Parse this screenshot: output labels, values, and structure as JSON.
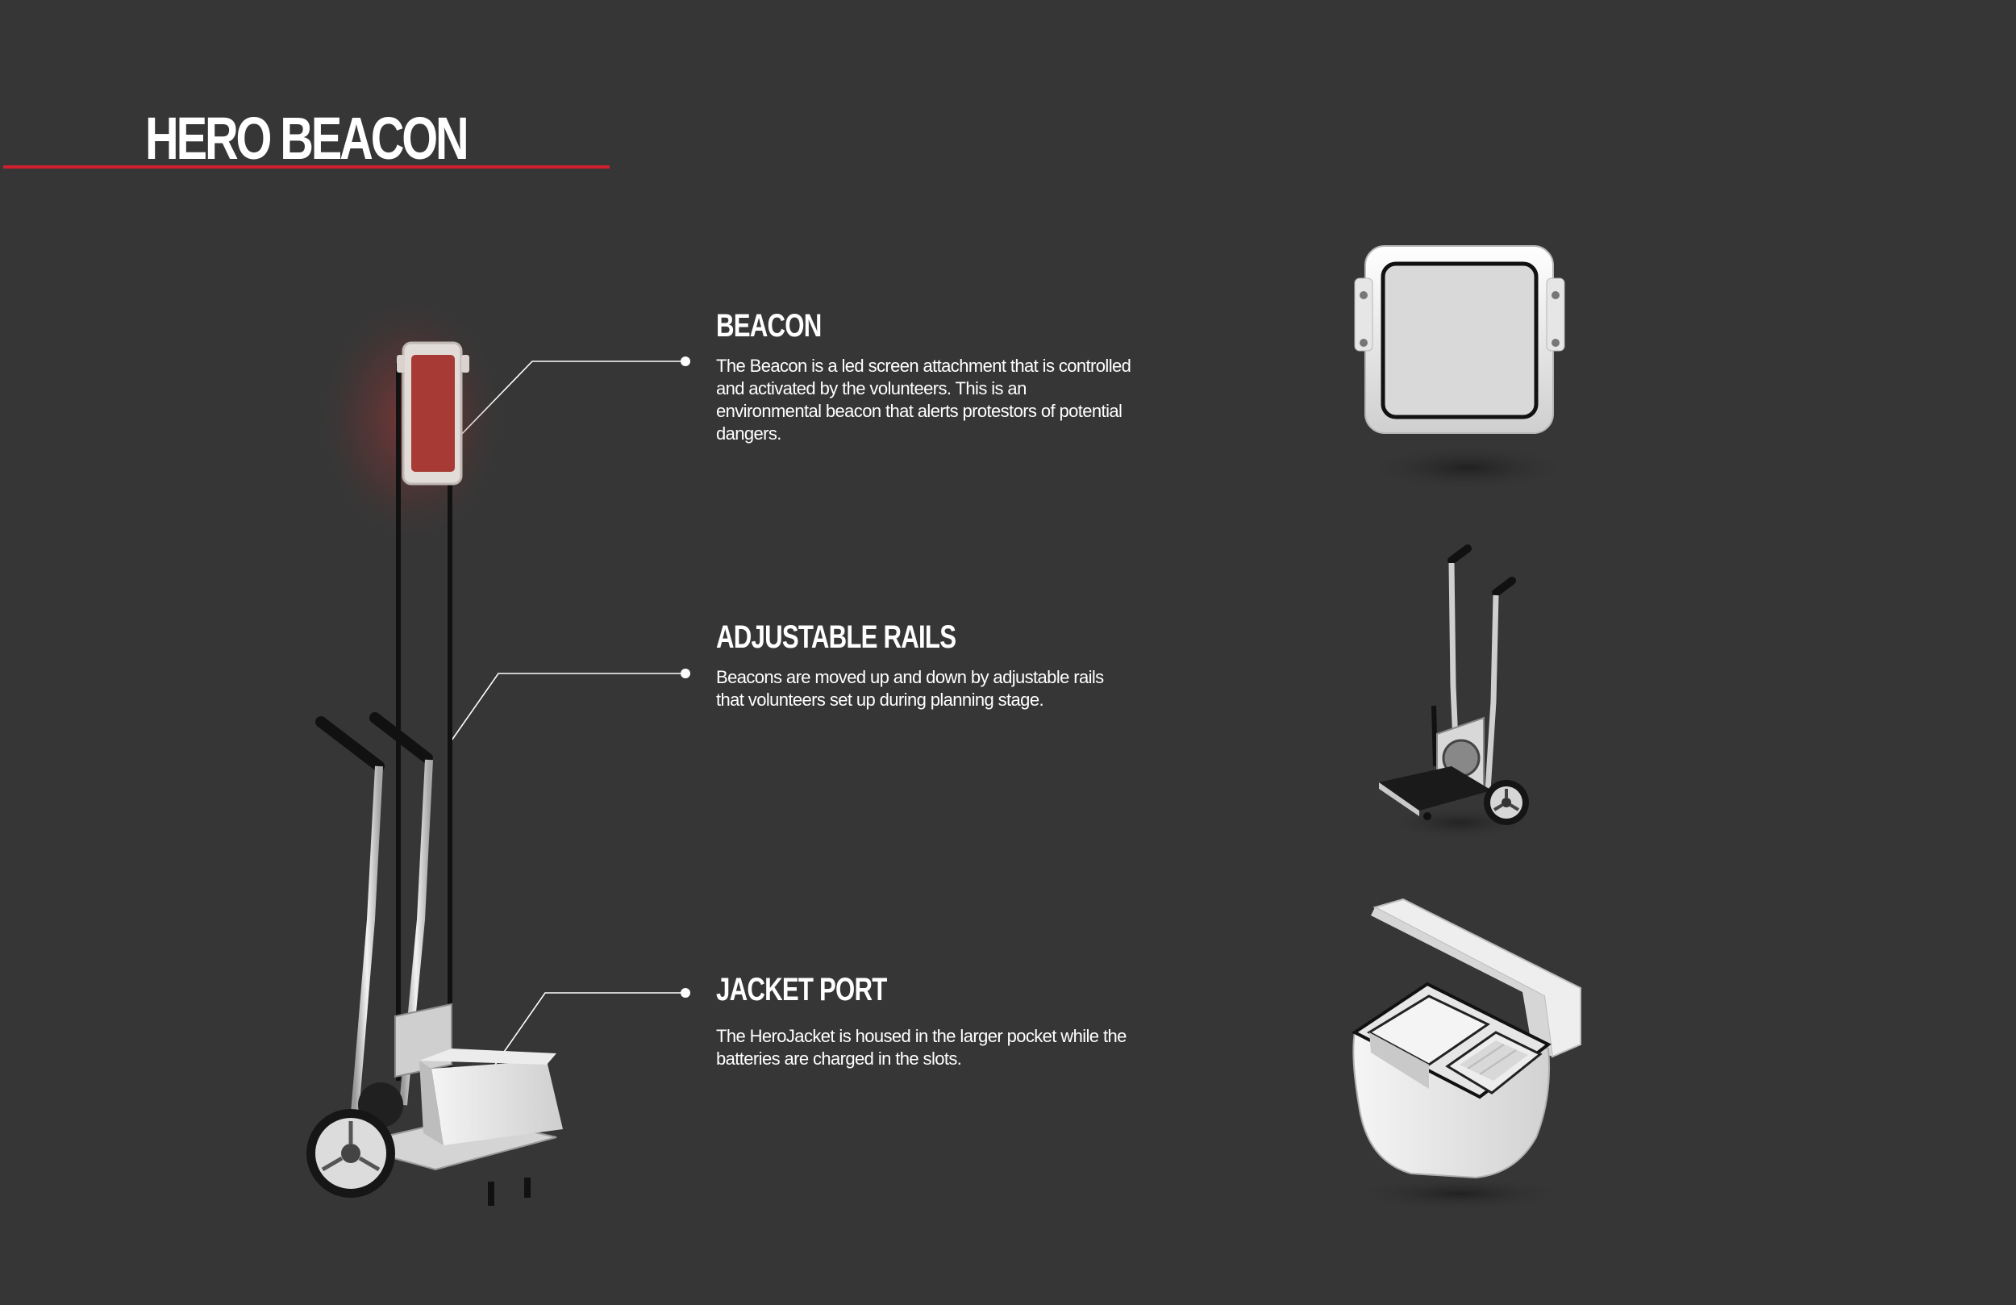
{
  "title": "HERO BEACON",
  "features": [
    {
      "heading": "BEACON",
      "text": "The Beacon is a led screen attachment that is controlled and activated by the volunteers.  This is an environmental beacon that alerts protestors of potential dangers."
    },
    {
      "heading": "ADJUSTABLE RAILS",
      "text": "Beacons are moved up and down by adjustable rails that volunteers set up during planning stage."
    },
    {
      "heading": "JACKET PORT",
      "text": "The HeroJacket is housed in the larger pocket while the batteries are charged in the slots."
    }
  ],
  "colors": {
    "background": "#363636",
    "accent": "#d0202e",
    "beacon_glow": "#b03a3a",
    "text": "#ffffff"
  },
  "images": [
    "hero-beacon-cart-image",
    "beacon-screen-image",
    "cart-frame-image",
    "jacket-port-box-image"
  ]
}
